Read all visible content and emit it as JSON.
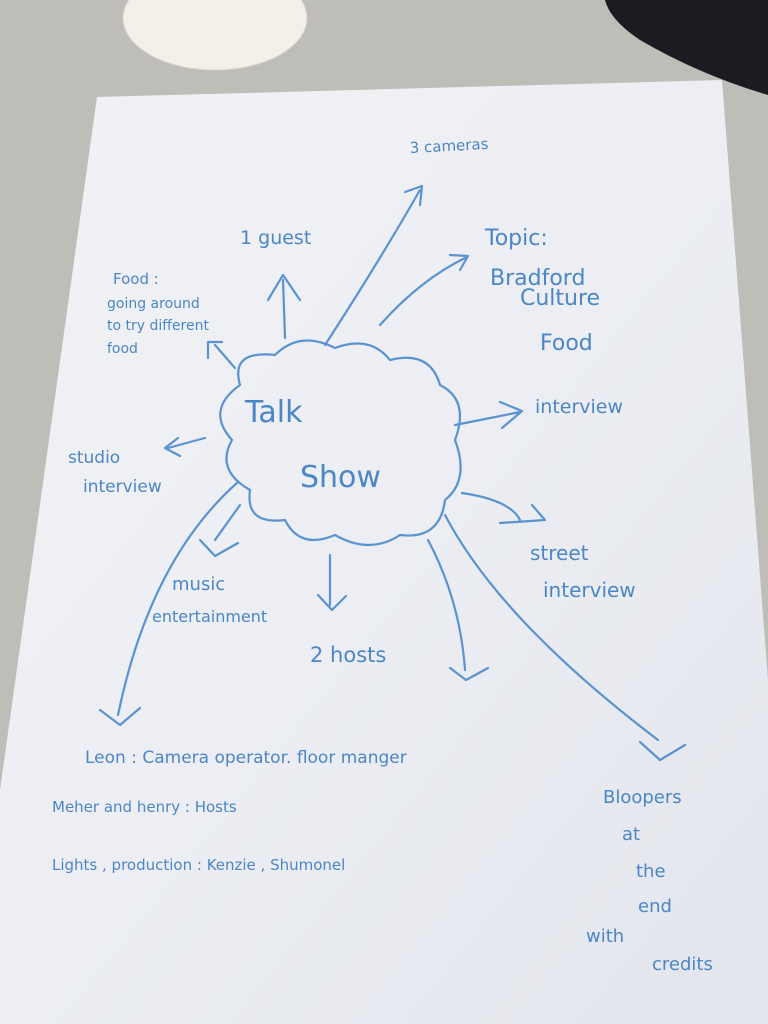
{
  "center": {
    "line1": "Talk",
    "line2": "Show"
  },
  "branches": {
    "cameras": "3 cameras",
    "guest": "1 guest",
    "topic": {
      "title": "Topic:",
      "items": [
        "Bradford",
        "Culture",
        "Food"
      ]
    },
    "food": {
      "title": "Food :",
      "lines": [
        "going around",
        "to try different",
        "food"
      ]
    },
    "interview": "interview",
    "studio_interview": [
      "studio",
      "interview"
    ],
    "street_interview": [
      "street",
      "interview"
    ],
    "music": [
      "music",
      "entertainment"
    ],
    "hosts": "2 hosts",
    "bloopers": [
      "Bloopers",
      "at",
      "the",
      "end",
      "with",
      "credits"
    ]
  },
  "roles": [
    "Leon : Camera operator.  floor manger",
    "Meher and henry :  Hosts",
    "Lights , production : Kenzie , Shumonel"
  ],
  "colors": {
    "ink": "#4b86c6",
    "paper": "#f3f4f7",
    "desk": "#bdbcb6"
  }
}
